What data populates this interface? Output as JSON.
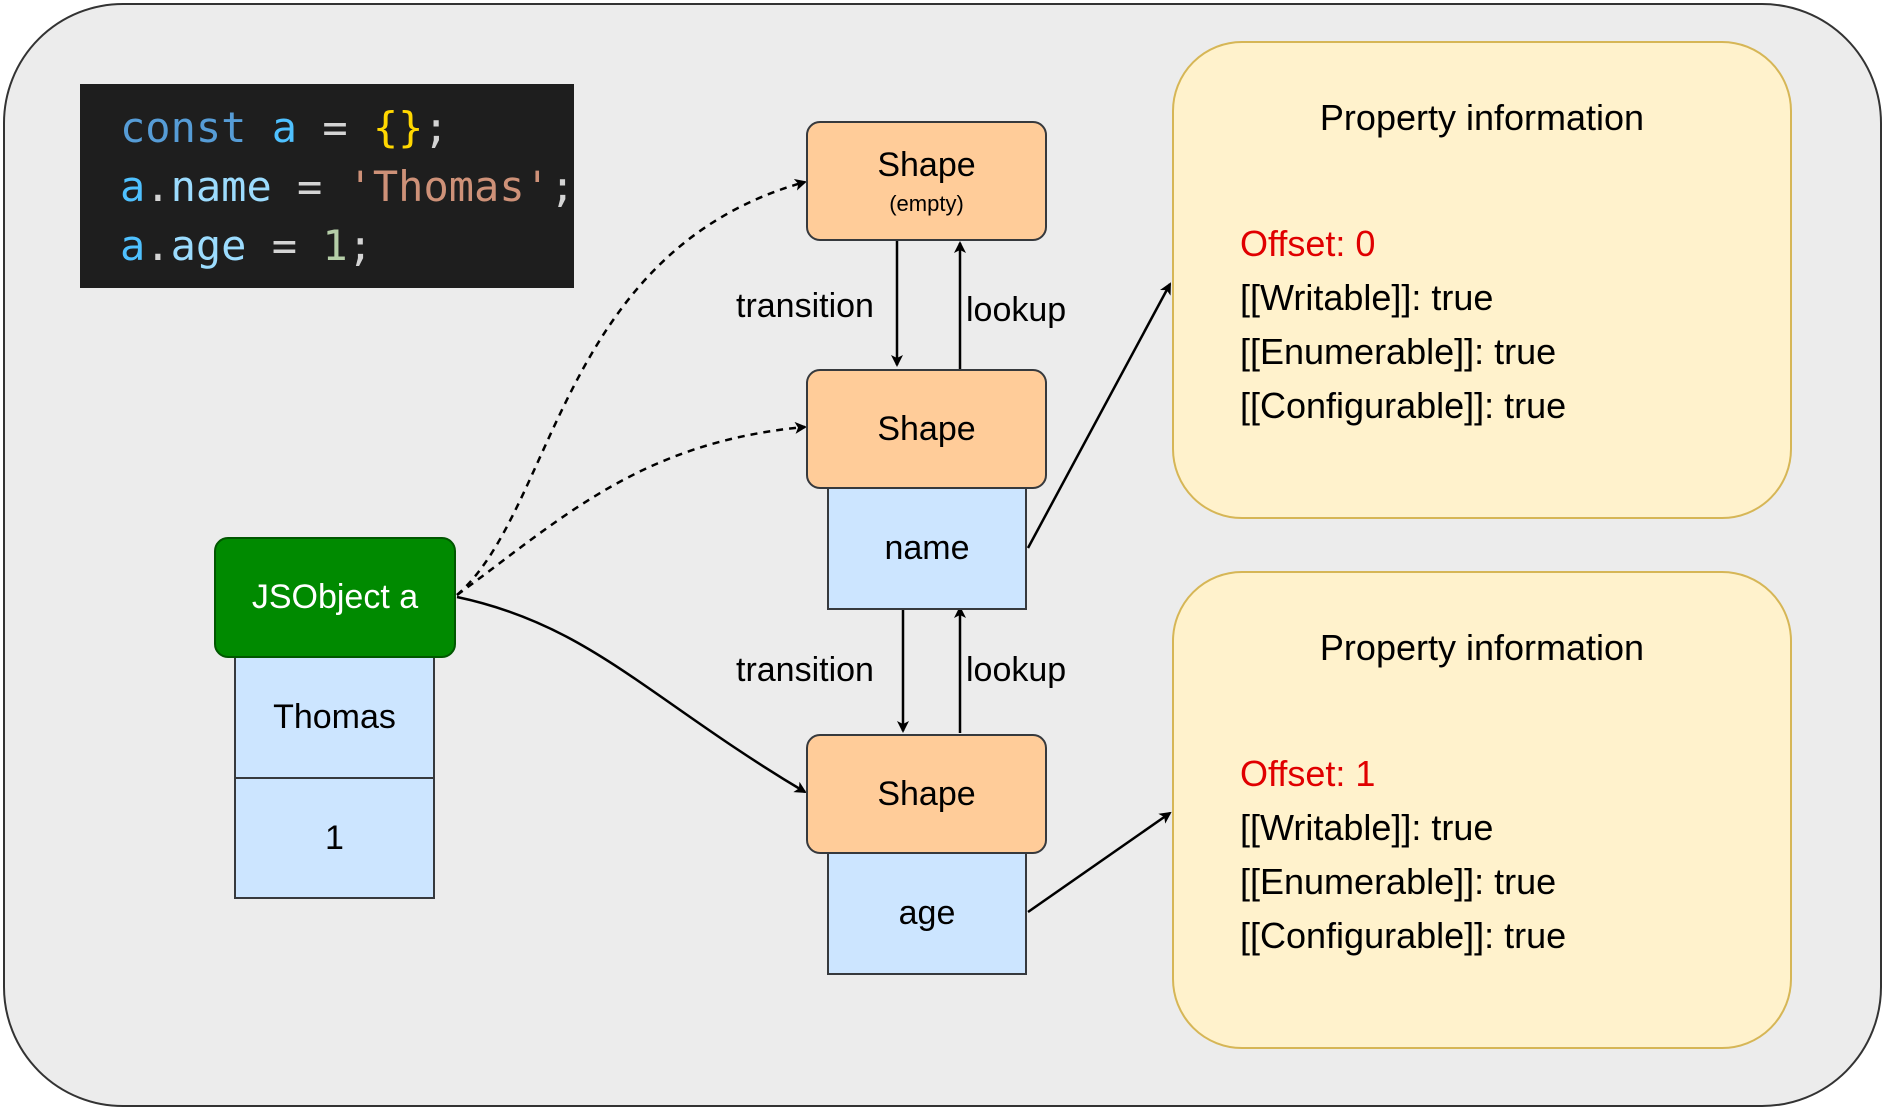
{
  "code": {
    "lines": [
      [
        {
          "t": "const",
          "c": "kw"
        },
        {
          "t": " ",
          "c": ""
        },
        {
          "t": "a",
          "c": "id"
        },
        {
          "t": " = ",
          "c": ""
        },
        {
          "t": "{}",
          "c": "brace"
        },
        {
          "t": ";",
          "c": ""
        }
      ],
      [
        {
          "t": "a",
          "c": "id"
        },
        {
          "t": ".",
          "c": ""
        },
        {
          "t": "name",
          "c": "prop"
        },
        {
          "t": " = ",
          "c": ""
        },
        {
          "t": "'Thomas'",
          "c": "str"
        },
        {
          "t": ";",
          "c": ""
        }
      ],
      [
        {
          "t": "a",
          "c": "id"
        },
        {
          "t": ".",
          "c": ""
        },
        {
          "t": "age",
          "c": "prop"
        },
        {
          "t": " = ",
          "c": ""
        },
        {
          "t": "1",
          "c": "num"
        },
        {
          "t": ";",
          "c": ""
        }
      ]
    ]
  },
  "shapes": {
    "empty": {
      "title": "Shape",
      "subtitle": "(empty)"
    },
    "name": {
      "title": "Shape",
      "key": "name"
    },
    "age": {
      "title": "Shape",
      "key": "age"
    }
  },
  "jsobject": {
    "title": "JSObject a",
    "values": [
      "Thomas",
      "1"
    ]
  },
  "edges": {
    "transition_1": "transition",
    "lookup_1": "lookup",
    "transition_2": "transition",
    "lookup_2": "lookup"
  },
  "property_info": [
    {
      "title": "Property information",
      "offset": "Offset: 0",
      "writable": "[[Writable]]: true",
      "enumerable": "[[Enumerable]]: true",
      "configurable": "[[Configurable]]: true"
    },
    {
      "title": "Property information",
      "offset": "Offset: 1",
      "writable": "[[Writable]]: true",
      "enumerable": "[[Enumerable]]: true",
      "configurable": "[[Configurable]]: true"
    }
  ],
  "colors": {
    "shape_fill": "#ffcc99",
    "cell_fill": "#cce5ff",
    "jsobject_fill": "#008a00",
    "info_fill": "#fff2cc",
    "offset_text": "#e00000",
    "background": "#ececec",
    "code_background": "#1e1e1e"
  }
}
